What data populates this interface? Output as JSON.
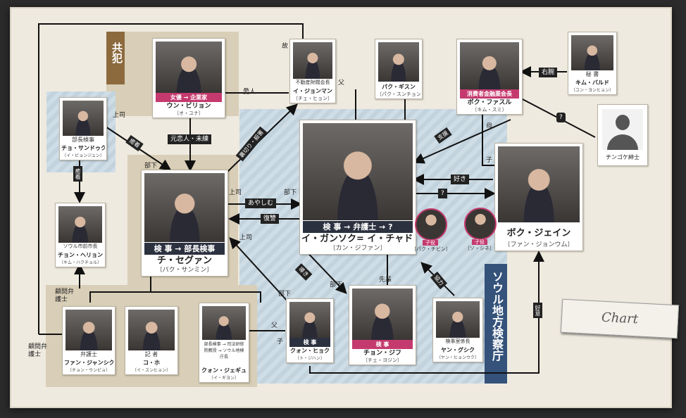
{
  "zones": {
    "kyohan_title": "共犯",
    "prosecutors_office_title": "ソウル地方検察庁",
    "komon_upper": "顧問弁護士",
    "komon_lower": "顧問弁護士"
  },
  "chart_tag": "Chart",
  "deceased_mark": "故",
  "characters": {
    "eun_biryeon": {
      "role": "女優 → 企業家",
      "name": "ウン・ビリョン",
      "actor": "〔オ・ユナ〕"
    },
    "lee_jongman": {
      "role": "不動産財閥会長",
      "name": "イ・ジョンマン",
      "actor": "〔チェ・ヒョン〕"
    },
    "park_gison": {
      "role": "",
      "name": "パク・ギスン",
      "actor": "〔パク・スンチョン〕"
    },
    "bok_fasul": {
      "role": "消費者金融業会長",
      "name": "ボク・ファスル",
      "actor": "〔キム・スミ〕"
    },
    "kim_balde": {
      "role": "秘 書",
      "name": "キム・バルド",
      "actor": "〔ユン・ヨンヒョン〕"
    },
    "jo_sandok": {
      "role": "部長検事",
      "name": "チョ・サンドゥク",
      "actor": "〔イ・ビョンジュン〕"
    },
    "chongeke": {
      "name": "チンゴケ紳士"
    },
    "ji_segwang": {
      "role": "検 事 → 部長検事",
      "name": "チ・セグァン",
      "actor": "〔パク・サンミン〕"
    },
    "lee_gansok": {
      "role": "検 事 → 弁護士 → ?",
      "name": "イ・ガンソク= イ・チャドン",
      "actor": "〔カン・ジファン〕"
    },
    "bok_jein": {
      "role": "",
      "name": "ボク・ジェイン",
      "actor": "〔ファン・ジョンウム〕"
    },
    "jon_heriyon": {
      "role": "ソウル市前市長",
      "name": "チョン・ヘリョン",
      "actor": "〔キム・ハクチョル〕"
    },
    "fan_jangsik": {
      "role": "弁護士",
      "name": "ファン・ジャンシク",
      "actor": "〔チョン・ウンピョ〕"
    },
    "ko_ho": {
      "role": "記 者",
      "name": "コ・ホ",
      "actor": "〔イ・スンヒョン〕"
    },
    "kwon_jegyu": {
      "role": "部長検事 → 司法研修院教授 → ソウル地検庁長",
      "name": "クォン・ジェギュ",
      "actor": "〔イ・ギヨン〕"
    },
    "kwon_hyok": {
      "role": "検 事",
      "name": "クォン・ヒョク",
      "actor": "〔ト・ジハン〕"
    },
    "chon_jifu": {
      "role": "検 事",
      "name": "チョン・ジフ",
      "actor": "〔チェ・ヨジン〕"
    },
    "yan_gusik": {
      "role": "検事室係長",
      "name": "ヤン・グシク",
      "actor": "〔ヤン・ヒョンウク〕"
    },
    "child_boy": {
      "tag": "子役",
      "actor": "〔パク・チビン〕"
    },
    "child_girl": {
      "tag": "子役",
      "actor": "〔ソ・シネ〕"
    }
  },
  "relations": {
    "jo_to_ji_top": "上司",
    "jo_to_ji_tag": "癒着",
    "jo_to_ji_buka": "部下",
    "eun_to_ji": "元恋人・未練",
    "eun_lover": "愛人",
    "ji_to_lee_tag": "裏切り・殺害",
    "ji_lee_boss": "上司",
    "ji_lee_buka": "部下",
    "ayashimu": "あやしむ",
    "fukushu": "復讐",
    "jo_to_jon": "癒着",
    "father": "父",
    "mother": "母",
    "bok_mother": "母",
    "bok_child": "子",
    "shien": "支援",
    "suki": "好き",
    "question1": "?",
    "question2": "?",
    "right_arm": "右腕",
    "lee_to_chon_tag": "導き",
    "chon_buka": "部下",
    "senpai": "先輩",
    "kyoryoku": "協力",
    "koui": "好意",
    "kwon_father": "父",
    "kwon_child": "子",
    "kwon_buka": "部下",
    "ji_chon_boss": "上司"
  }
}
